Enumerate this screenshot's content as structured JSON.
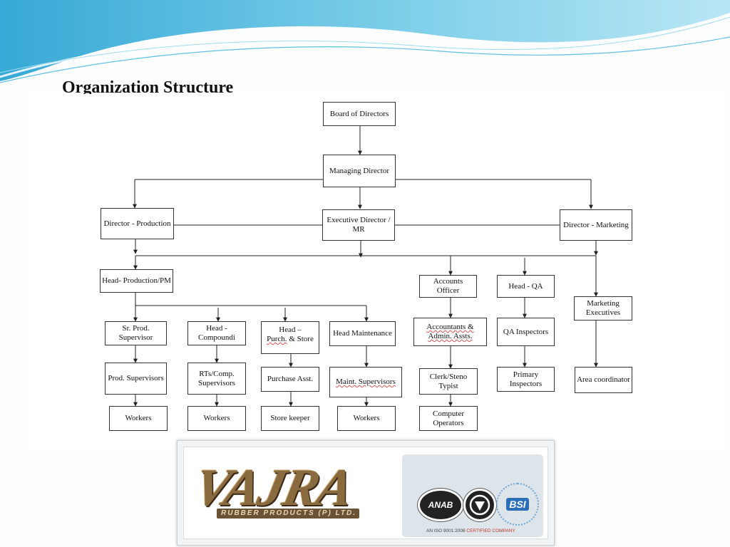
{
  "slide": {
    "title": "Organization Structure"
  },
  "org_chart": {
    "nodes": {
      "board": "Board of Directors",
      "md": "Managing Director",
      "dir_prod": "Director - Production",
      "exec_dir": "Executive Director / MR",
      "dir_mkt": "Director - Marketing",
      "head_prod": "Head- Production/PM",
      "accounts_officer": "Accounts Officer",
      "head_qa": "Head - QA",
      "mkt_exec": "Marketing Executives",
      "sr_prod_sup": "Sr. Prod. Supervisor",
      "head_comp": "Head - Compoundi",
      "head_purch_pre": "Head –",
      "head_purch_word": "Purch.",
      "head_purch_post": "& Store",
      "head_maint": "Head Maintenance",
      "accts_admin": "Accountants & Admin. Assts.",
      "qa_insp": "QA Inspectors",
      "prod_sup": "Prod. Supervisors",
      "rts_comp": "RTs/Comp. Supervisors",
      "purch_asst": "Purchase Asst.",
      "maint_sup": "Maint. Supervisors",
      "clerk": "Clerk/Steno Typist",
      "primary_insp": "Primary Inspectors",
      "area_coord": "Area coordinator",
      "workers_1": "Workers",
      "workers_2": "Workers",
      "store_keeper": "Store keeper",
      "workers_3": "Workers",
      "comp_ops": "Computer Operators"
    }
  },
  "logo": {
    "brand": "VAJRA",
    "subtitle": "RUBBER PRODUCTS (P) LTD.",
    "badge_anab": "ANAB",
    "badge_bsi": "BSI",
    "iso_prefix": "AN ISO 9001:2008",
    "iso_suffix": "CERTIFIED COMPANY",
    "colors": {
      "brand": "#8a6b3f",
      "iso_accent": "#c0392b",
      "bsi": "#2a6fb8"
    }
  },
  "theme": {
    "wave_colors": [
      "#2fa8d8",
      "#7fd0ea",
      "#c7ebf6"
    ]
  }
}
